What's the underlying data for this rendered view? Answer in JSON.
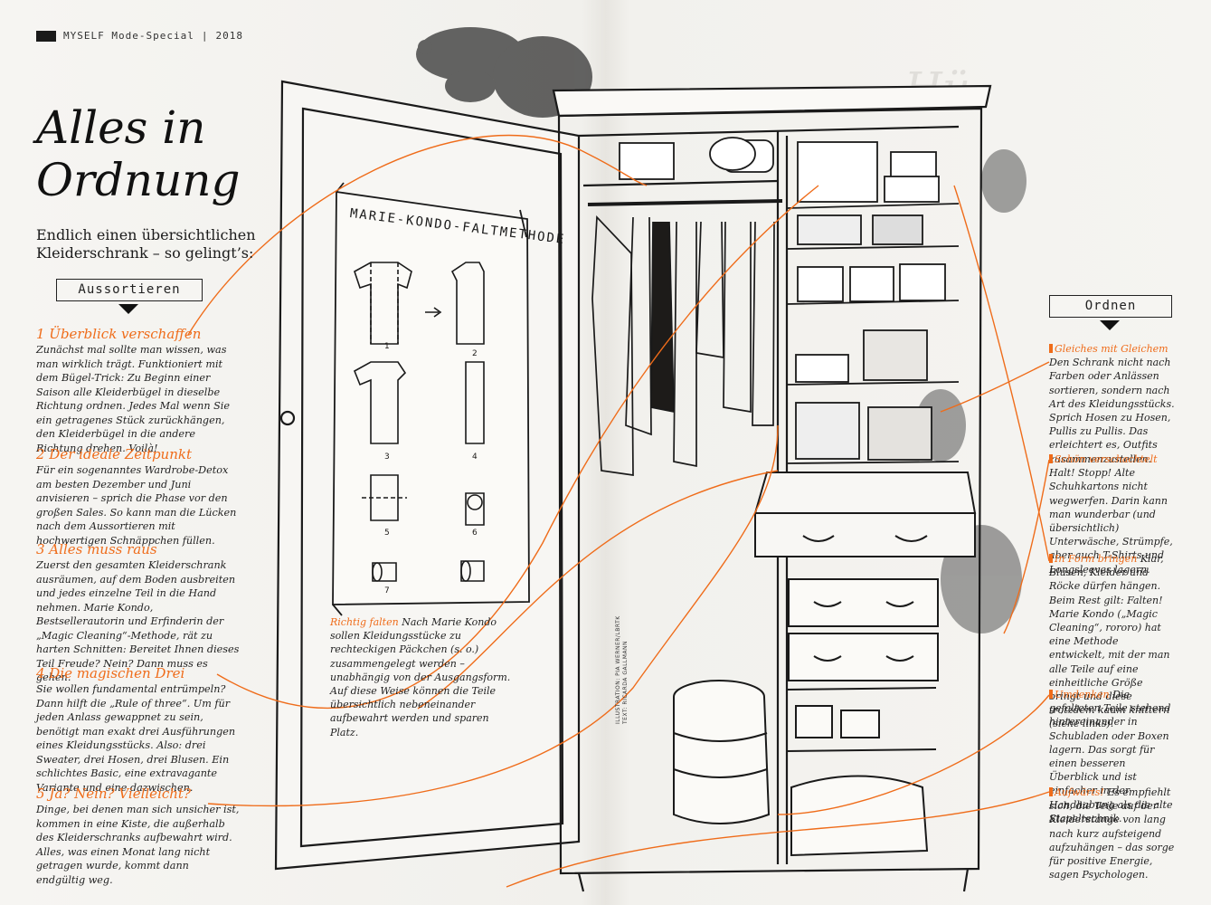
{
  "header": {
    "magazine": "MYSELF Mode-Special",
    "separator": "|",
    "year": "2018"
  },
  "title": "Alles in Ordnung",
  "subtitle": "Endlich einen übersichtlichen Kleiderschrank – so gelingt’s:",
  "left_box": {
    "label": "Aussortieren"
  },
  "right_box": {
    "label": "Ordnen"
  },
  "sections": [
    {
      "heading": "1 Überblick verschaffen",
      "text": "Zunächst mal sollte man wissen, was man wirklich trägt. Funktioniert mit dem Bügel-Trick: Zu Beginn einer Saison alle Kleiderbügel in dieselbe Richtung ordnen. Jedes Mal wenn Sie ein getragenes Stück zurückhängen, den Kleiderbügel in die andere Richtung drehen. Voilà!"
    },
    {
      "heading": "2 Der ideale Zeitpunkt",
      "text": "Für ein sogenanntes Wardrobe-Detox am besten Dezember und Juni anvisieren – sprich die Phase vor den großen Sales. So kann man die Lücken nach dem Aussortieren mit hochwertigen Schnäppchen füllen."
    },
    {
      "heading": "3 Alles muss raus",
      "text": "Zuerst den gesamten Kleiderschrank ausräumen, auf dem Boden ausbreiten und jedes einzelne Teil in die Hand nehmen. Marie Kondo, Bestsellerautorin und Erfinderin der „Magic Cleaning“-Methode, rät zu harten Schnitten: Bereitet Ihnen dieses Teil Freude? Nein? Dann muss es gehen."
    },
    {
      "heading": "4 Die magischen Drei",
      "text": "Sie wollen fundamental entrümpeln? Dann hilft die „Rule of three“. Um für jeden Anlass gewappnet zu sein, benötigt man exakt drei Ausführungen eines Kleidungsstücks. Also: drei Sweater, drei Hosen, drei Blusen. Ein schlichtes Basic, eine extravagante Variante und eine dazwischen."
    },
    {
      "heading": "5 Ja? Nein? Vielleicht?",
      "text": "Dinge, bei denen man sich unsicher ist, kommen in eine Kiste, die außerhalb des Kleiderschranks aufbewahrt wird. Alles, was einen Monat lang nicht getragen wurde, kommt dann endgültig weg."
    }
  ],
  "right_sections": [
    {
      "heading": "Gleiches mit Gleichem",
      "text": "Den Schrank nicht nach Farben oder Anlässen sortieren, sondern nach Art des Kleidungsstücks. Sprich Hosen zu Hosen, Pullis zu Pullis. Das erleichtert es, Outfits zusammenzustellen."
    },
    {
      "heading": "Schön verschachtelt",
      "text": "Halt! Stopp! Alte Schuhkartons nicht wegwerfen. Darin kann man wunderbar (und übersichtlich) Unterwäsche, Strümpfe, aber auch T-Shirts und Longsleeves lagern."
    },
    {
      "heading": "In Form bringen",
      "text": "Klar, Blusen, Kleider und Röcke dürfen hängen. Beim Rest gilt: Falten! Marie Kondo („Magic Cleaning“, rororo) hat eine Methode entwickelt, mit der man alle Teile auf eine einheitliche Größe bringt und diese trotzdem kaum knittern (siehe links)."
    },
    {
      "heading": "Umdenken",
      "text": "Die gefalteten Teile stehend hintereinander in Schubladen oder Boxen lagern. Das sorgt für einen besseren Überblick und ist einfacher in der Handhabung als die alte Stapeltechnik."
    },
    {
      "heading": "Aufwärts!",
      "text": "Es empfiehlt sich, die Teile auf der Kleiderstange von lang nach kurz aufsteigend aufzuhängen – das sorge für positive Energie, sagen Psychologen."
    }
  ],
  "caption": {
    "heading": "Richtig falten",
    "text": "Nach Marie Kondo sollen Kleidungsstücke zu rechteckigen Päckchen (s. o.) zusammengelegt werden – unabhängig von der Ausgangsform. Auf diese Weise können die Teile übersichtlich nebeneinander aufbewahrt werden und sparen Platz."
  },
  "poster": {
    "title": "MARIE-KONDO-FALTMETHODE",
    "steps": [
      "1",
      "2",
      "3",
      "4",
      "5",
      "6",
      "7"
    ]
  },
  "credit": {
    "line1": "ILLUSTRATION: PIA WERNER/LBRTK",
    "line2": "TEXT: RICARDA GALLMANN"
  },
  "colors": {
    "accent": "#ef6c1a",
    "ink": "#1d1b19",
    "paper": "#f4f3f0"
  }
}
